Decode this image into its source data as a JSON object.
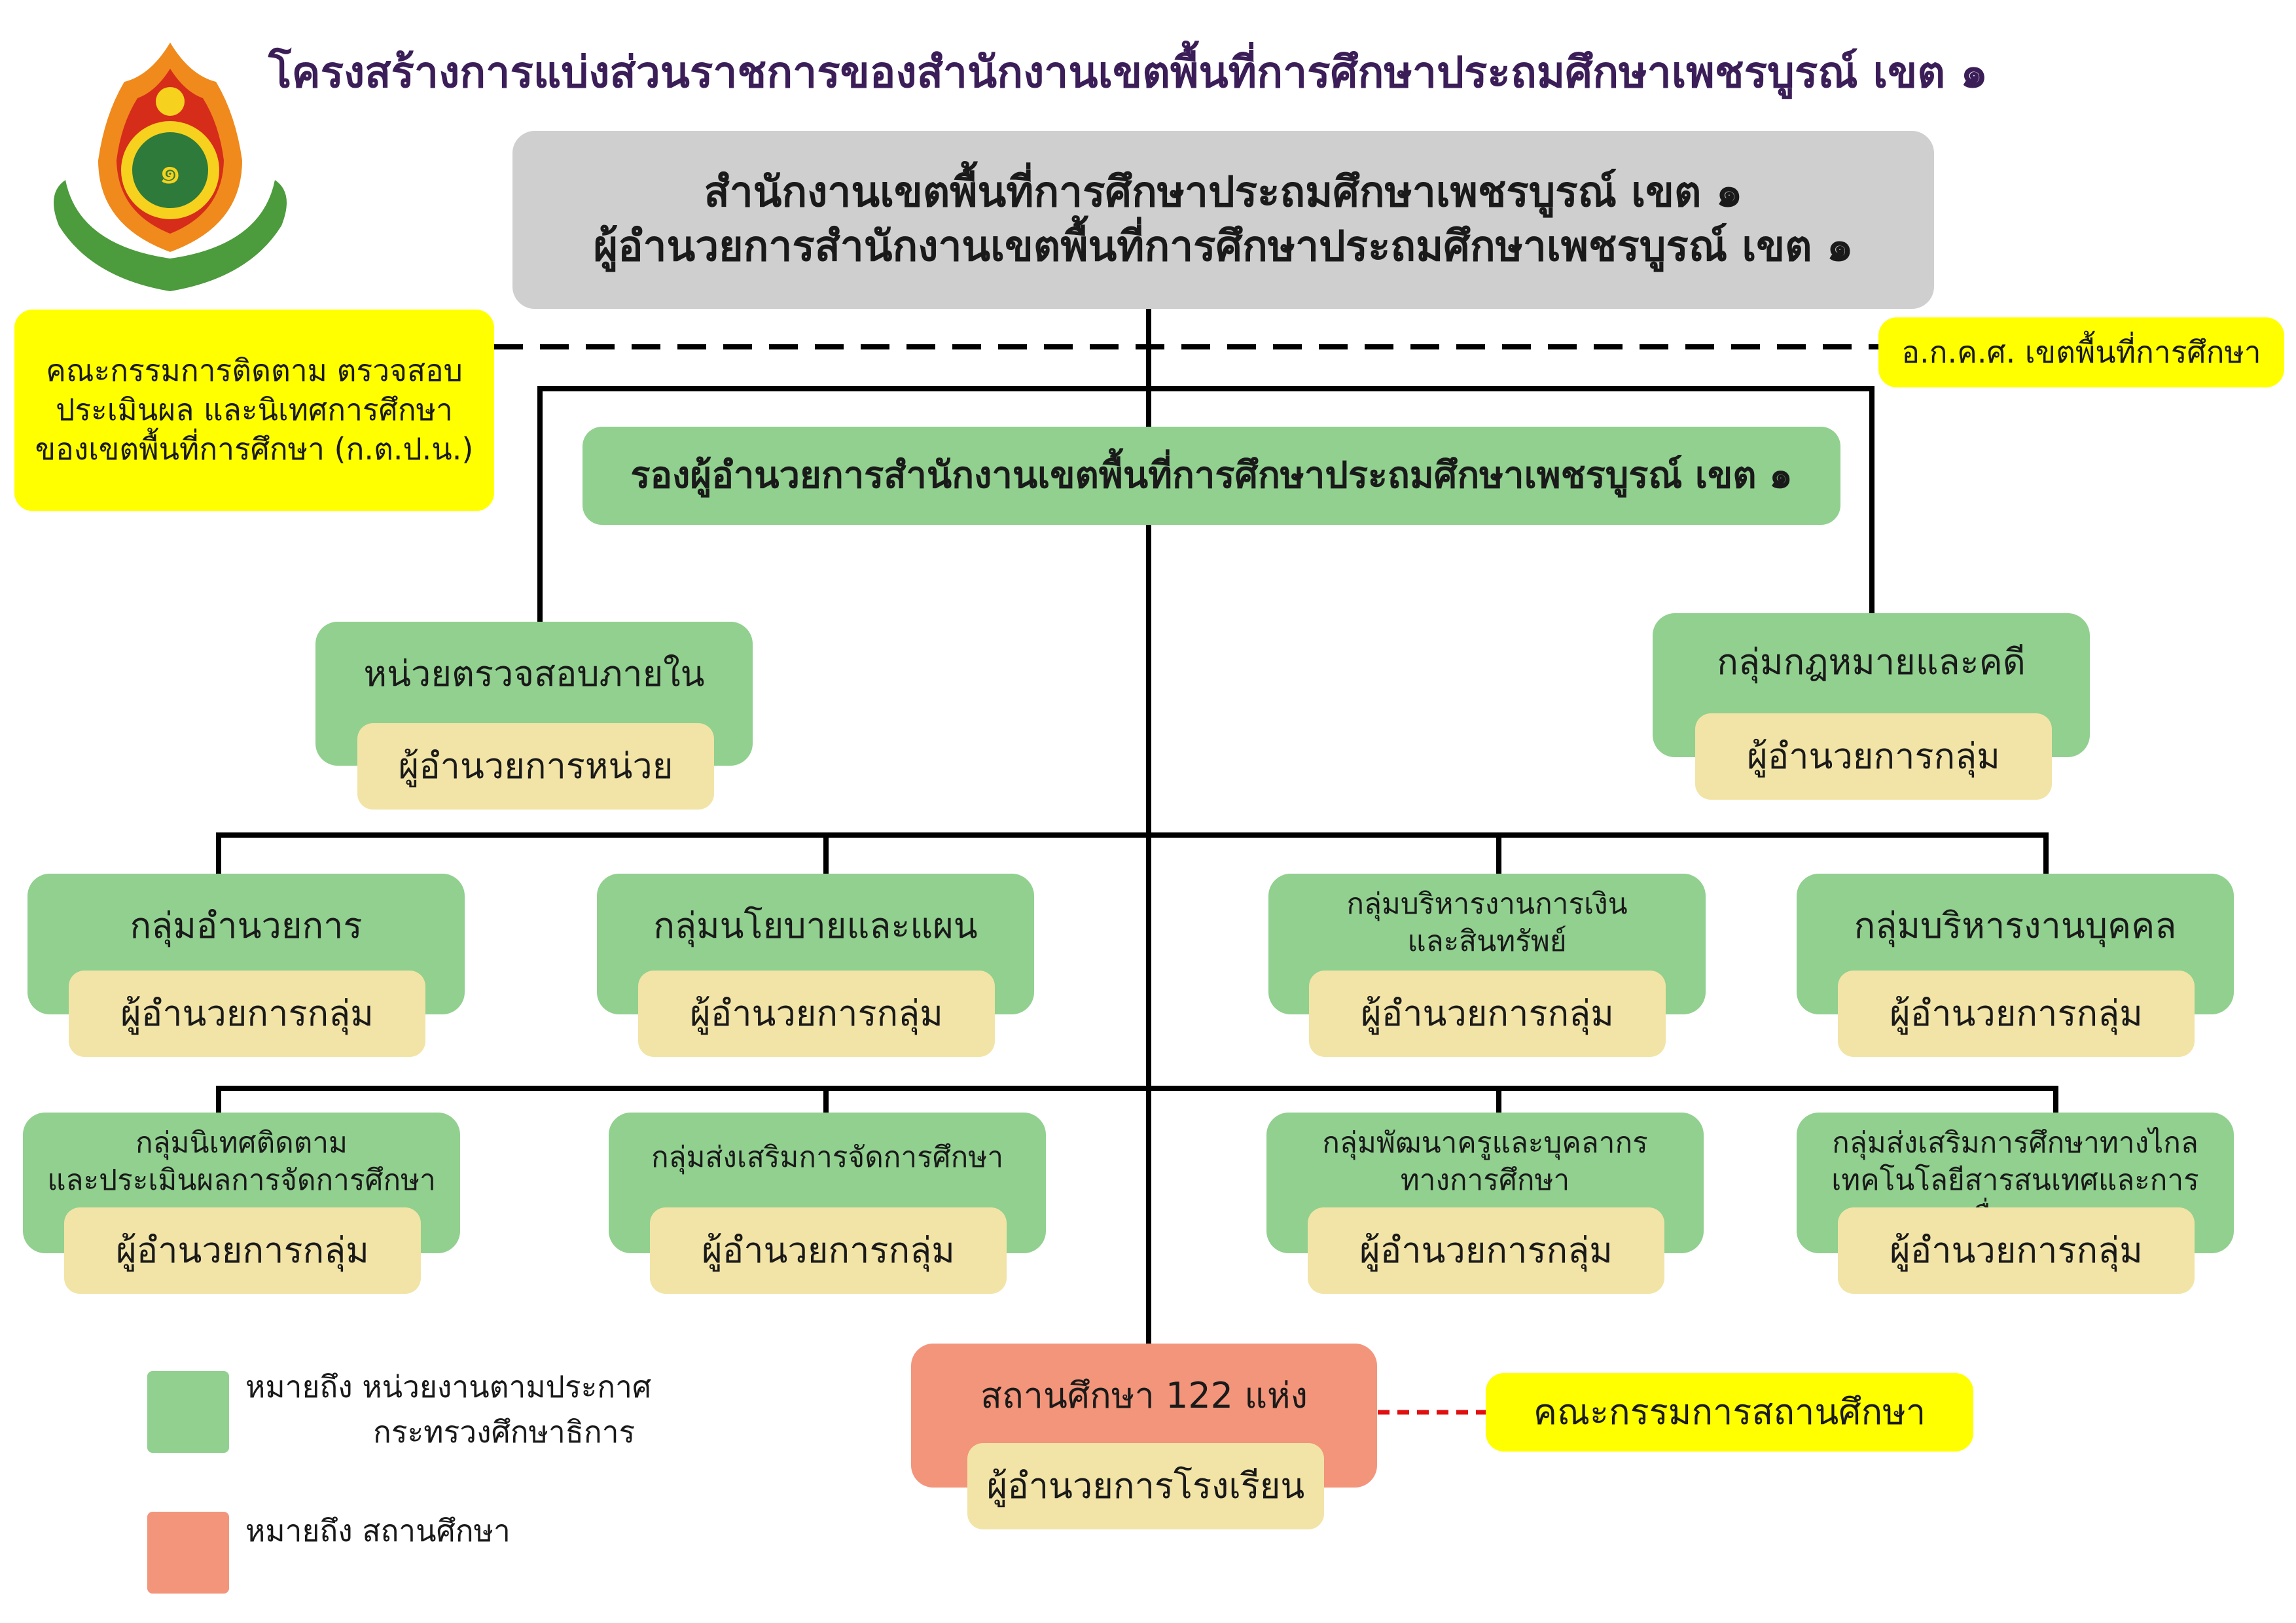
{
  "title": "โครงสร้างการแบ่งส่วนราชการของสำนักงานเขตพื้นที่การศึกษาประถมศึกษาเพชรบูรณ์ เขต ๑",
  "top_box": {
    "line1": "สำนักงานเขตพื้นที่การศึกษาประถมศึกษาเพชรบูรณ์ เขต ๑",
    "line2": "ผู้อำนวยการสำนักงานเขตพื้นที่การศึกษาประถมศึกษาเพชรบูรณ์ เขต ๑"
  },
  "left_committee": {
    "line1": "คณะกรรมการติดตาม ตรวจสอบ",
    "line2": "ประเมินผล และนิเทศการศึกษา",
    "line3": "ของเขตพื้นที่การศึกษา (ก.ต.ป.น.)"
  },
  "right_committee": "อ.ก.ค.ศ. เขตพื้นที่การศึกษา",
  "deputy": "รองผู้อำนวยการสำนักงานเขตพื้นที่การศึกษาประถมศึกษาเพชรบูรณ์ เขต ๑",
  "internal_audit": {
    "name": "หน่วยตรวจสอบภายใน",
    "head": "ผู้อำนวยการหน่วย"
  },
  "legal": {
    "name": "กลุ่มกฎหมายและคดี",
    "head": "ผู้อำนวยการกลุ่ม"
  },
  "row1": [
    {
      "name1": "กลุ่มอำนวยการ",
      "name2": "",
      "head": "ผู้อำนวยการกลุ่ม"
    },
    {
      "name1": "กลุ่มนโยบายและแผน",
      "name2": "",
      "head": "ผู้อำนวยการกลุ่ม"
    },
    {
      "name1": "กลุ่มบริหารงานการเงิน",
      "name2": "และสินทรัพย์",
      "head": "ผู้อำนวยการกลุ่ม"
    },
    {
      "name1": "กลุ่มบริหารงานบุคคล",
      "name2": "",
      "head": "ผู้อำนวยการกลุ่ม"
    }
  ],
  "row2": [
    {
      "name1": "กลุ่มนิเทศติดตาม",
      "name2": "และประเมินผลการจัดการศึกษา",
      "head": "ผู้อำนวยการกลุ่ม"
    },
    {
      "name1": "กลุ่มส่งเสริมการจัดการศึกษา",
      "name2": "",
      "head": "ผู้อำนวยการกลุ่ม"
    },
    {
      "name1": "กลุ่มพัฒนาครูและบุคลากร",
      "name2": "ทางการศึกษา",
      "head": "ผู้อำนวยการกลุ่ม"
    },
    {
      "name1": "กลุ่มส่งเสริมการศึกษาทางไกล",
      "name2": "เทคโนโลยีสารสนเทศและการสื่อสาร",
      "head": "ผู้อำนวยการกลุ่ม"
    }
  ],
  "school": {
    "name": "สถานศึกษา 122 แห่ง",
    "head": "ผู้อำนวยการโรงเรียน"
  },
  "school_committee": "คณะกรรมการสถานศึกษา",
  "legend": {
    "green_line1": "หมายถึง หน่วยงานตามประกาศ",
    "green_line2": "กระทรวงศึกษาธิการ",
    "salmon": "หมายถึง สถานศึกษา"
  },
  "colors": {
    "grey": "#cfcfcf",
    "green": "#91d08f",
    "salmon": "#f2957a",
    "yellow": "#ffff00",
    "cream": "#f2e4a6",
    "title": "#3b1e58",
    "red_dash": "#e01010"
  }
}
